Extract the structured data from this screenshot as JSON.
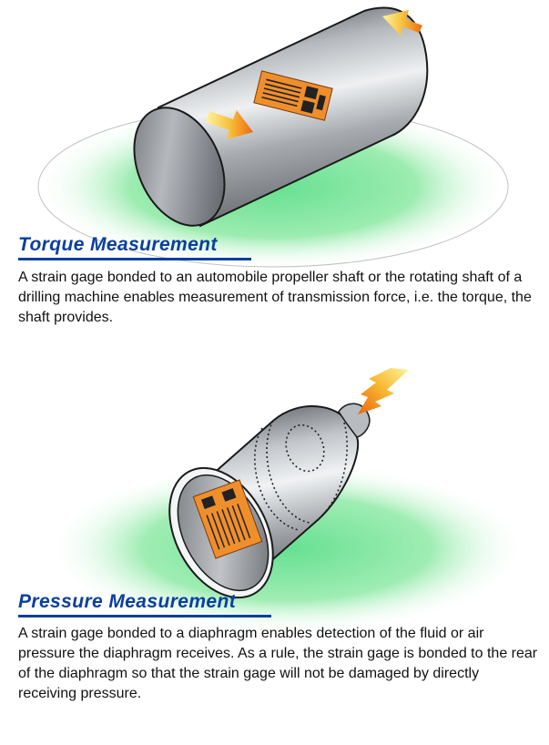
{
  "sections": [
    {
      "id": "torque",
      "title": "Torque Measurement",
      "description": "A strain gage bonded to an automobile propeller shaft or the rotating shaft of a drilling machine enables measurement of transmission force, i.e. the torque, the shaft provides."
    },
    {
      "id": "pressure",
      "title": "Pressure Measurement",
      "description": "A strain gage bonded to a diaphragm enables detection of the fluid or air pressure the diaphragm receives. As a rule, the strain gage is bonded to the rear of the diaphragm so that the strain gage will not be damaged by directly receiving pressure."
    }
  ],
  "icons": [
    "shaft-illustration",
    "pressure-vessel-illustration",
    "strain-gage-icon",
    "force-arrow-icon"
  ],
  "colors": {
    "heading": "#0a3f9e",
    "glow": "#7fe39a",
    "arrow": "#f08a1c",
    "gage": "#e8892a",
    "metal": "#9ea2a6"
  }
}
